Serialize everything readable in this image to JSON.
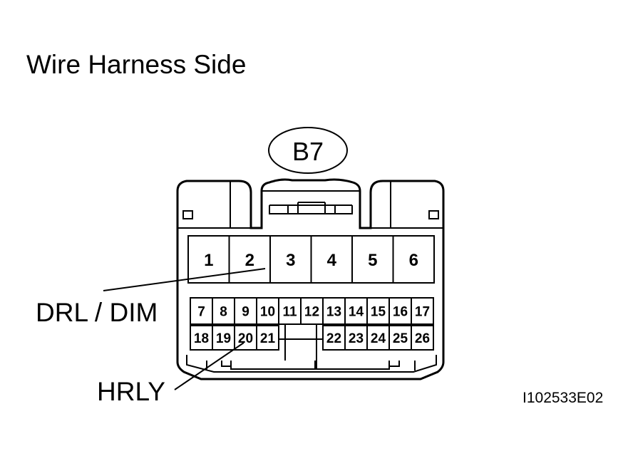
{
  "title": "Wire Harness Side",
  "connector_id": "B7",
  "pins_top": [
    "1",
    "2",
    "3",
    "4",
    "5",
    "6"
  ],
  "pins_mid": [
    "7",
    "8",
    "9",
    "10",
    "11",
    "12",
    "13",
    "14",
    "15",
    "16",
    "17"
  ],
  "pins_bottom_left": [
    "18",
    "19",
    "20",
    "21"
  ],
  "pins_bottom_right": [
    "22",
    "23",
    "24",
    "25",
    "26"
  ],
  "callouts": {
    "drl_dim": "DRL / DIM",
    "hrly": "HRLY"
  },
  "figure_code": "I102533E02"
}
